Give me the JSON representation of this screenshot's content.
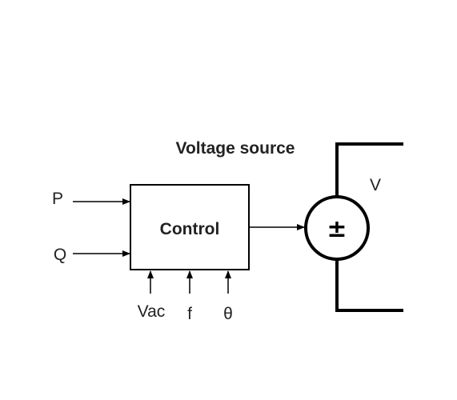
{
  "title": "Voltage source",
  "control_block": {
    "label": "Control"
  },
  "inputs": {
    "left": [
      "P",
      "Q"
    ],
    "bottom": [
      "Vac",
      "f",
      "θ"
    ]
  },
  "source": {
    "symbol": "±",
    "output_label": "V"
  },
  "colors": {
    "line": "#000000",
    "text": "#222222",
    "background": "#ffffff"
  }
}
